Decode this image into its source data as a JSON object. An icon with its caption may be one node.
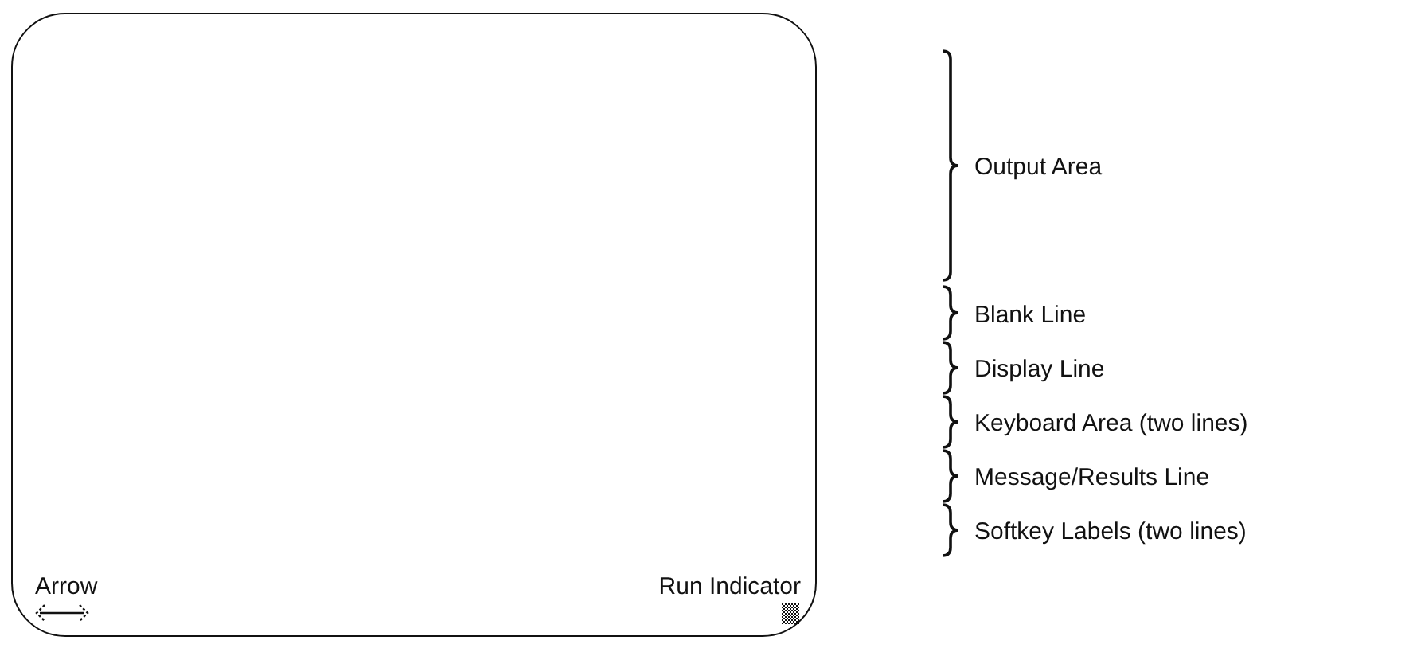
{
  "diagram": {
    "nodes": [
      {
        "text": [
          "Arrow",
          "Run Indicator"
        ]
      }
    ],
    "labels": [
      "Output Area",
      "Blank Line",
      "Display Line",
      "Keyboard Area (two lines)",
      "Message/Results Line",
      "Softkey Labels (two lines)"
    ]
  }
}
